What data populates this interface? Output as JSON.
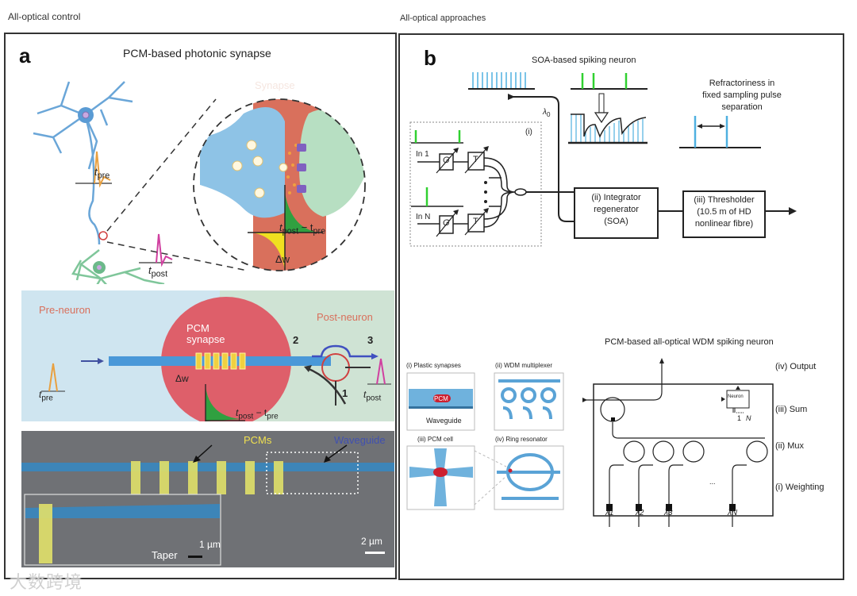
{
  "left": {
    "section_label": "All-optical control",
    "panel_letter": "a",
    "title": "PCM-based photonic synapse",
    "synapse_label": "Synapse",
    "t_pre": "t",
    "t_pre_sub": "pre",
    "t_post": "t",
    "t_post_sub": "post",
    "delta_w": "Δw",
    "axis_label": "t",
    "axis_label_post_sub": "post",
    "axis_label_minus": " − t",
    "axis_label_pre_sub": "pre",
    "pre_neuron": "Pre-neuron",
    "post_neuron": "Post-neuron",
    "pcm_synapse_l1": "PCM",
    "pcm_synapse_l2": "synapse",
    "port_2": "2",
    "port_3": "3",
    "port_1": "1",
    "sem_pcms": "PCMs",
    "sem_waveguide": "Waveguide",
    "sem_taper": "Taper",
    "sem_scale_inset": "1 µm",
    "sem_scale_main": "2 µm"
  },
  "right": {
    "section_label": "All-optical approaches",
    "panel_letter": "b",
    "soa_title": "SOA-based spiking neuron",
    "lambda0": "λ",
    "lambda0_sub": "0",
    "refractory_l1": "Refractoriness in",
    "refractory_l2": "fixed sampling pulse",
    "refractory_l3": "separation",
    "block_i": "(i)",
    "in1": "In 1",
    "inN": "In N",
    "gain": "G",
    "delay": "T",
    "integrator_l1": "(ii) Integrator",
    "integrator_l2": "regenerator",
    "integrator_l3": "(SOA)",
    "thresholder_l1": "(iii) Thresholder",
    "thresholder_l2": "(10.5 m of HD",
    "thresholder_l3": "nonlinear fibre)",
    "wdm_title": "PCM-based all-optical WDM spiking neuron",
    "plastic_synapses": "(i) Plastic synapses",
    "wdm_mux": "(ii) WDM multiplexer",
    "pcm_cell": "(iii) PCM cell",
    "ring_resonator": "(iv) Ring resonator",
    "pcm_tag": "PCM",
    "waveguide_tag": "Waveguide",
    "out_label": "(iv) Output",
    "sum_label": "(iii) Sum",
    "mux_label": "(ii) Mux",
    "weight_label": "(i) Weighting",
    "neuron_box": "Neuron",
    "neuron_1": "1",
    "neuron_N": "N",
    "ellipsis": "...",
    "lambdas": [
      "λ1",
      "λ2",
      "λ3",
      "λN"
    ]
  },
  "watermark": "大数跨境",
  "colors": {
    "synapse_red": "#d9705c",
    "pre_blue": "#7fb8dd",
    "post_green": "#a8d5b5",
    "pcm_yellow": "#e8e04a",
    "waveguide_blue": "#3d85b8",
    "spike_orange": "#e8a040",
    "spike_magenta": "#d040a0",
    "spike_green": "#30d030",
    "comb_blue": "#4fb0e0",
    "sem_gray": "#6f7175"
  }
}
